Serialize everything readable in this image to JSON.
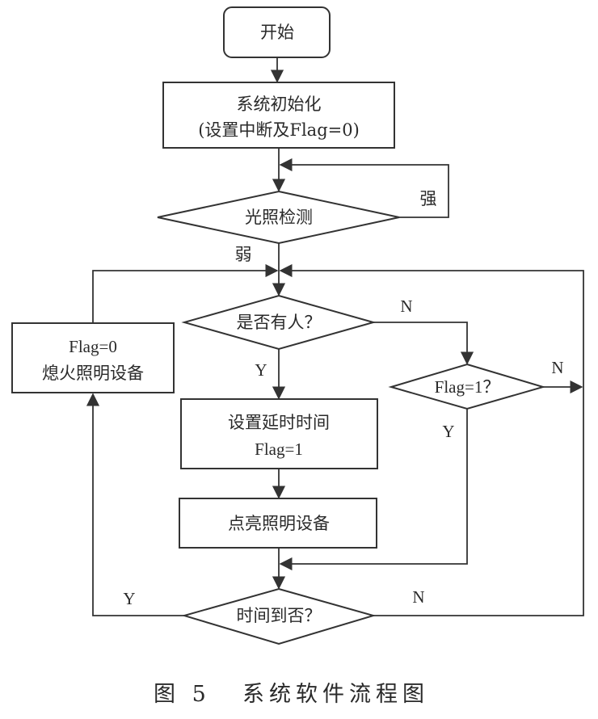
{
  "nodes": {
    "start": {
      "label": "开始"
    },
    "init": {
      "line1": "系统初始化",
      "line2": "(设置中断及Flag=0)"
    },
    "light_detect": {
      "label": "光照检测"
    },
    "anyone": {
      "label": "是否有人？"
    },
    "flag_check": {
      "label": "Flag=1？"
    },
    "set_delay": {
      "line1": "设置延时时间",
      "line2": "Flag=1"
    },
    "light_on": {
      "label": "点亮照明设备"
    },
    "time_up": {
      "label": "时间到否？"
    },
    "light_off": {
      "line1": "Flag=0",
      "line2": "熄火照明设备"
    }
  },
  "edge_labels": {
    "strong": "强",
    "weak": "弱",
    "anyone_no": "N",
    "anyone_yes": "Y",
    "flag_no": "N",
    "flag_yes": "Y",
    "time_yes": "Y",
    "time_no": "N"
  },
  "caption": {
    "figure": "图 5",
    "title": "系统软件流程图"
  }
}
